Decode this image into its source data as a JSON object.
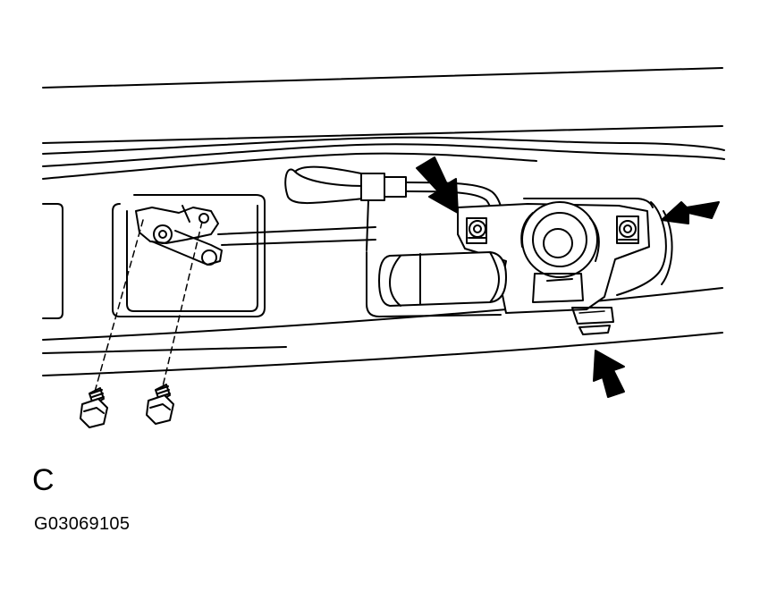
{
  "diagram": {
    "view_letter": "C",
    "figure_code": "G03069105",
    "callouts": [
      "arrow-motor-bolt-left",
      "arrow-motor-bolt-right",
      "arrow-motor-bracket-bottom"
    ],
    "line_color": "#000000",
    "arrow_color": "#000000",
    "background": "#ffffff"
  }
}
